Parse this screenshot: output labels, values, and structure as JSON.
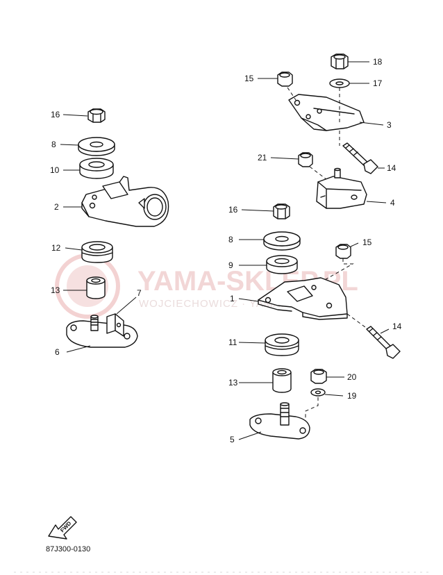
{
  "watermark": {
    "brand": "YAMA-SKLEP.PL",
    "subline": "WOJCIECHOWICZ · YAMAHA"
  },
  "fwd_label": "FWD",
  "catalog_code": "87J300-0130",
  "callouts": {
    "c18": "18",
    "c15a": "15",
    "c17": "17",
    "c3": "3",
    "c21": "21",
    "c14a": "14",
    "c4": "4",
    "c16b": "16",
    "c8b": "8",
    "c15b": "15",
    "c9": "9",
    "c1": "1",
    "c14b": "14",
    "c11": "11",
    "c20": "20",
    "c13b": "13",
    "c19": "19",
    "c5": "5",
    "c16a": "16",
    "c8a": "8",
    "c10": "10",
    "c2": "2",
    "c12": "12",
    "c13a": "13",
    "c7": "7",
    "c6": "6"
  }
}
